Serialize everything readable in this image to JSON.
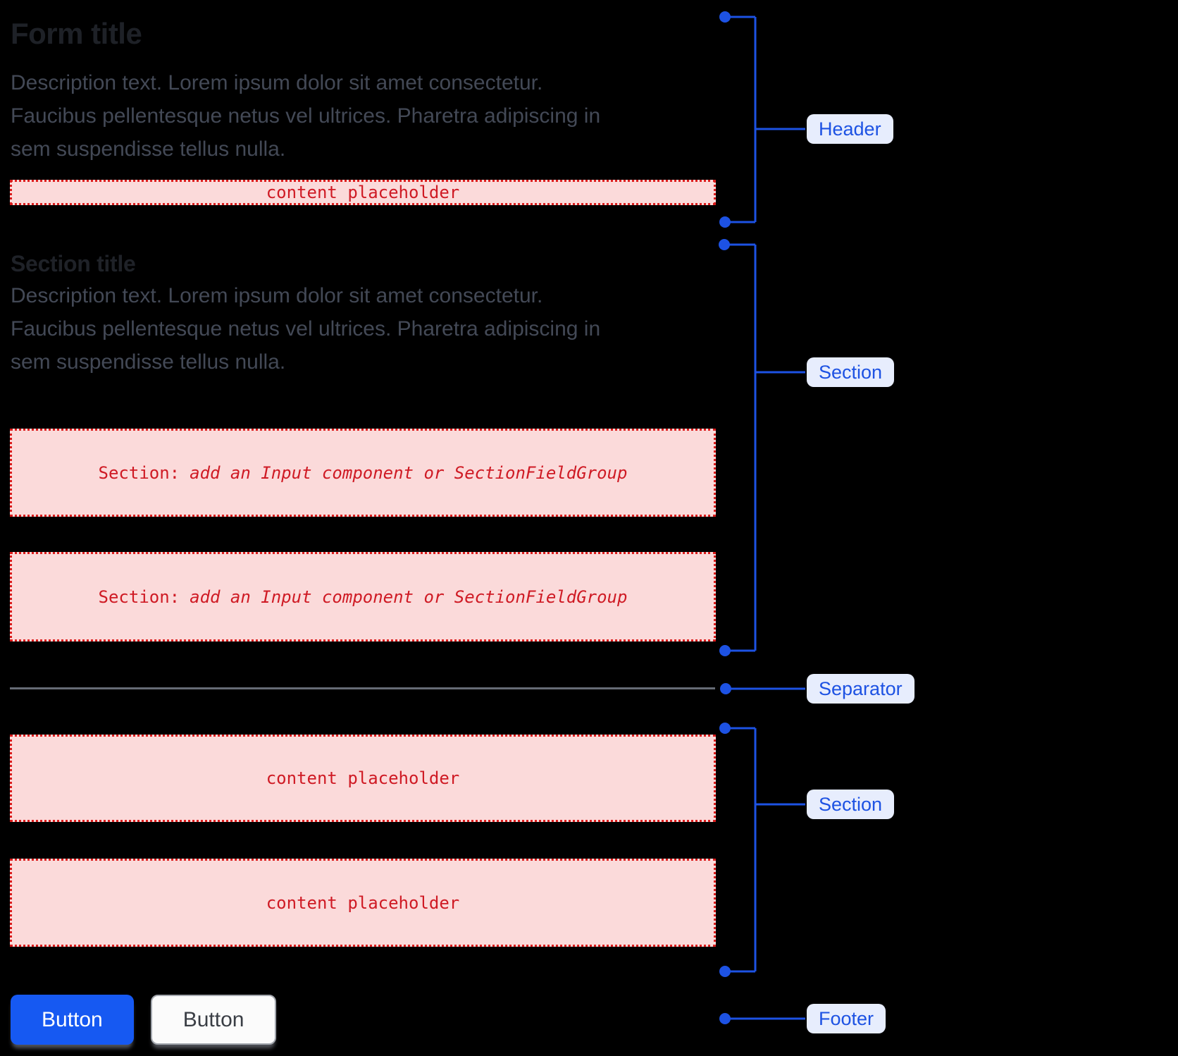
{
  "page": {
    "background": "#000000"
  },
  "form": {
    "title": "Form title",
    "description_lines": [
      "Description text. Lorem ipsum dolor sit amet consectetur.",
      "Faucibus pellentesque netus vel ultrices. Pharetra adipiscing in",
      "sem suspendisse tellus nulla."
    ],
    "header_placeholder": "content placeholder",
    "section": {
      "title": "Section title",
      "description_lines": [
        "Description text. Lorem ipsum dolor sit amet consectetur.",
        "Faucibus pellentesque netus vel ultrices. Pharetra adipiscing in",
        "sem suspendisse tellus nulla."
      ],
      "placeholders": [
        {
          "prefix": "Section:",
          "rest": "add an Input component or SectionFieldGroup"
        },
        {
          "prefix": "Section:",
          "rest": "add an Input component or SectionFieldGroup"
        }
      ]
    },
    "section2": {
      "placeholders": [
        "content placeholder",
        "content placeholder"
      ]
    },
    "footer": {
      "primary_button_label": "Button",
      "secondary_button_label": "Button"
    }
  },
  "annotations": {
    "header_label": "Header",
    "section1_label": "Section",
    "separator_label": "Separator",
    "section2_label": "Section",
    "footer_label": "Footer"
  },
  "colors": {
    "annotation_blue": "#1d52e3",
    "pill_background": "#e7edfd",
    "placeholder_pink": "#fbdada",
    "placeholder_red": "#cf1a24",
    "placeholder_border_red": "#db1c1c",
    "primary_button_blue": "#1659f2",
    "separator_gray": "#666b75",
    "title_color": "#1e2127",
    "description_color": "#434956"
  }
}
